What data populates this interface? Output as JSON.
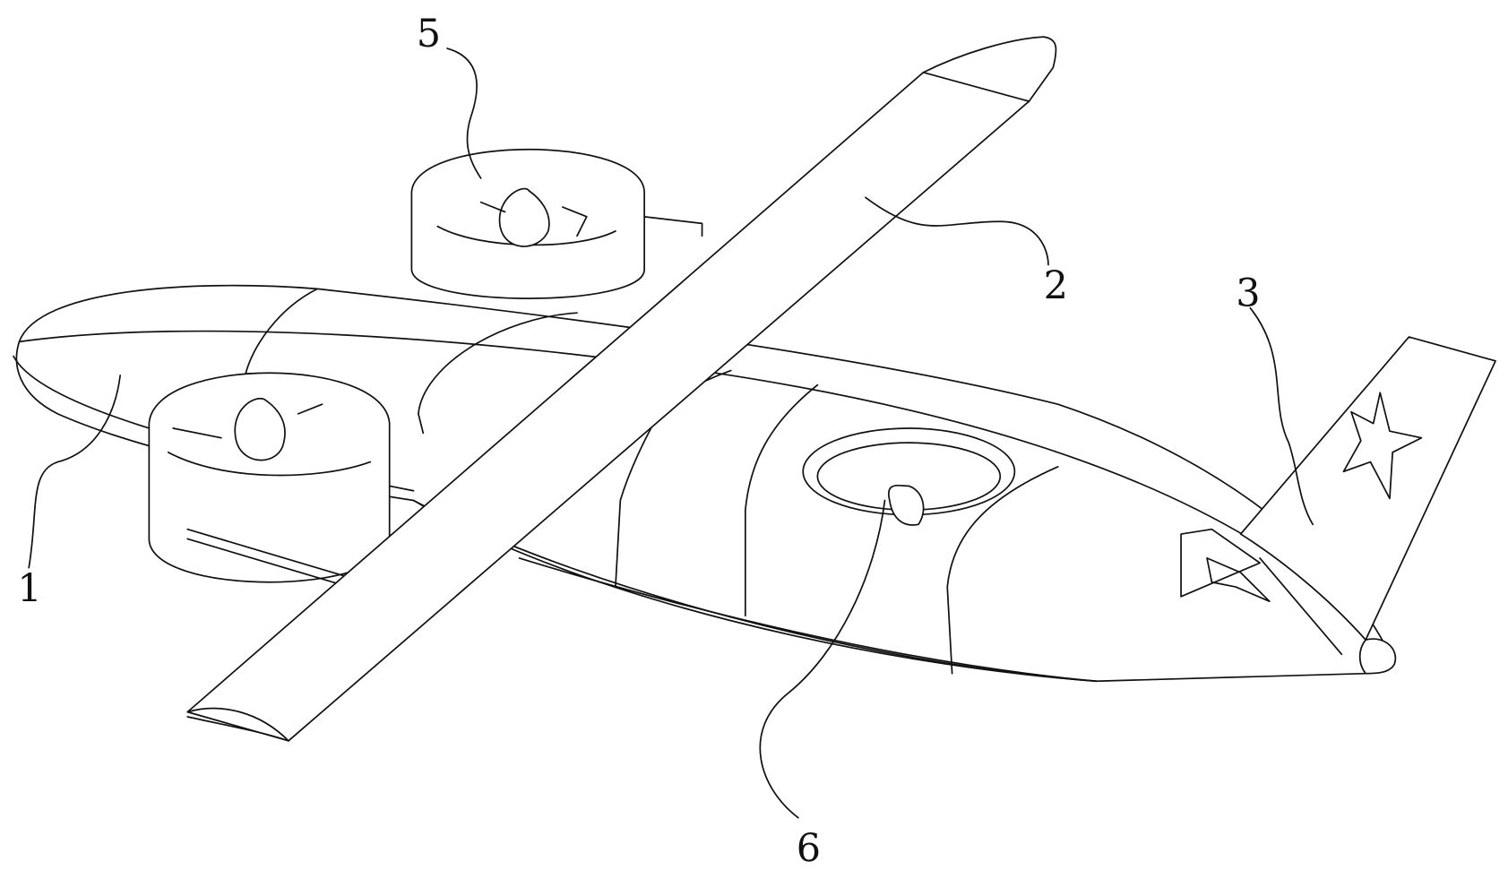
{
  "figure": {
    "labels": [
      {
        "id": "1",
        "text": "1"
      },
      {
        "id": "2",
        "text": "2"
      },
      {
        "id": "3",
        "text": "3"
      },
      {
        "id": "5",
        "text": "5"
      },
      {
        "id": "6",
        "text": "6"
      }
    ],
    "line_color": "#111111",
    "background": "#ffffff"
  }
}
